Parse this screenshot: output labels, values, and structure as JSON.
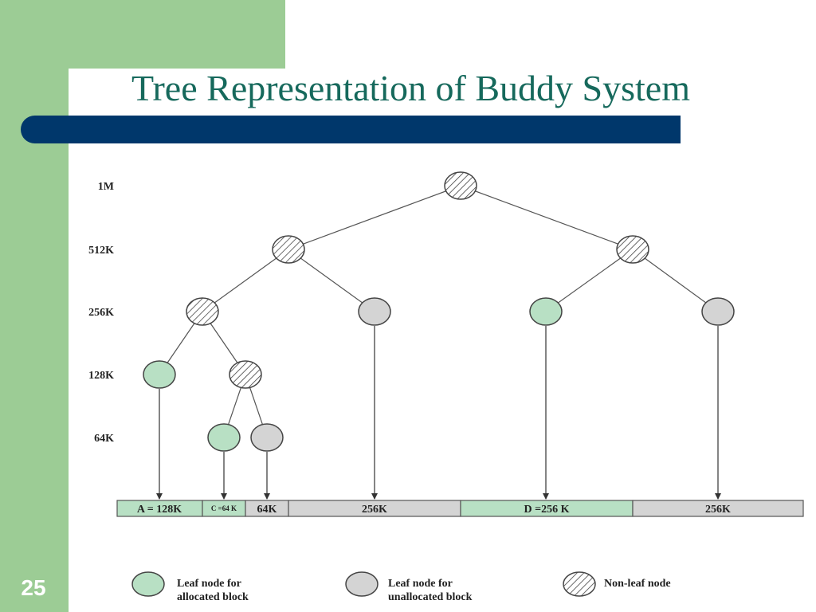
{
  "slide": {
    "title": "Tree Representation of Buddy System",
    "number": "25"
  },
  "colors": {
    "accent_green": "#9ccc95",
    "title_bar": "#00376b",
    "title_text": "#16695c",
    "allocated": "#b8e0c4",
    "unallocated": "#d4d4d4"
  },
  "diagram": {
    "levels": [
      "1M",
      "512K",
      "256K",
      "128K",
      "64K"
    ],
    "blocks": [
      "A = 128K",
      "C =64 K",
      "64K",
      "256K",
      "D =256 K",
      "256K"
    ],
    "legend": {
      "allocated": [
        "Leaf node for",
        "allocated block"
      ],
      "unallocated": [
        "Leaf node for",
        "unallocated block"
      ],
      "nonleaf": "Non-leaf node"
    }
  }
}
